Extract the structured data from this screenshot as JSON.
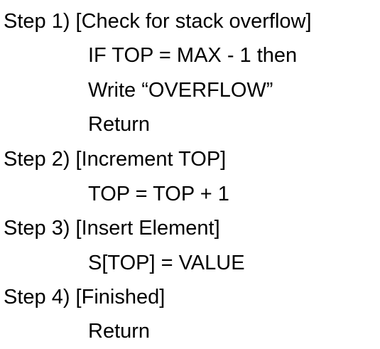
{
  "steps": [
    {
      "heading": "Step 1) [Check for stack overflow]",
      "lines": [
        "IF TOP = MAX - 1 then",
        "Write “OVERFLOW”",
        "Return"
      ]
    },
    {
      "heading": "Step 2) [Increment TOP]",
      "lines": [
        "TOP = TOP + 1"
      ]
    },
    {
      "heading": "Step 3) [Insert Element]",
      "lines": [
        "S[TOP] = VALUE"
      ]
    },
    {
      "heading": "Step 4) [Finished]",
      "lines": [
        "Return"
      ]
    }
  ]
}
